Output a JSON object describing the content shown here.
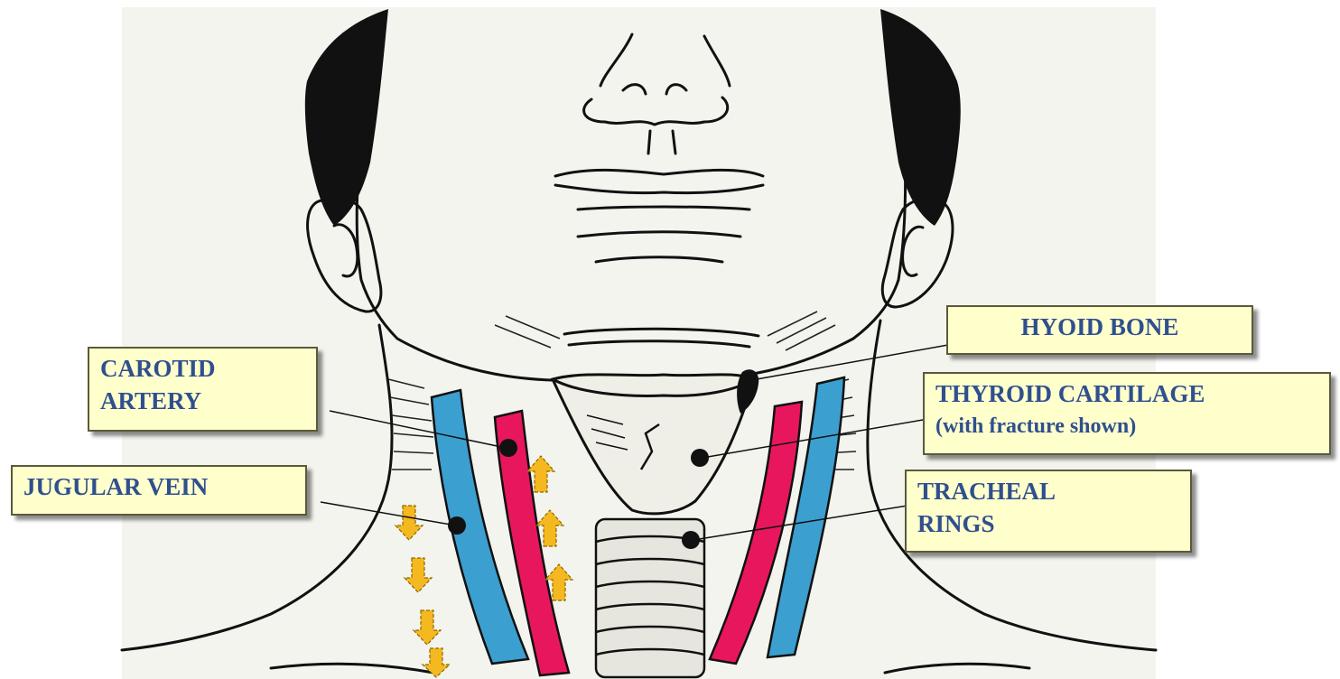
{
  "labels": {
    "carotid": {
      "line1": "CAROTID",
      "line2": "ARTERY"
    },
    "jugular": {
      "line1": "JUGULAR VEIN"
    },
    "hyoid": {
      "line1": "HYOID BONE"
    },
    "thyroid": {
      "line1": "THYROID CARTILAGE",
      "line2": "(with fracture shown)"
    },
    "tracheal": {
      "line1": "TRACHEAL",
      "line2": "RINGS"
    }
  },
  "colors": {
    "background": "#f4f4ef",
    "carotid_artery": "#e8175d",
    "jugular_vein": "#3b9fd0",
    "arrows": "#f5b820",
    "label_fill": "#ffffcc",
    "label_text": "#2f4f8f"
  }
}
